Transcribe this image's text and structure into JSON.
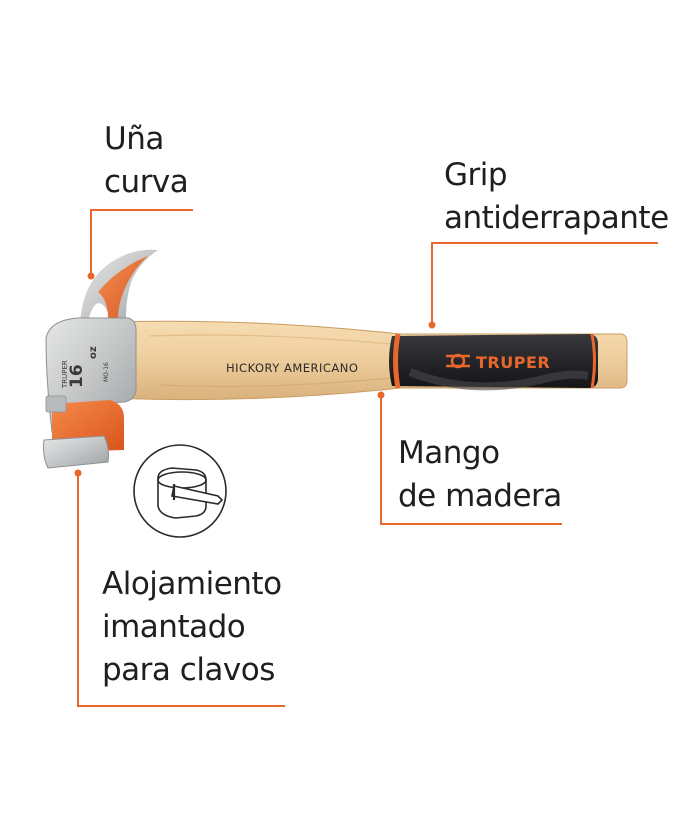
{
  "colors": {
    "accent": "#e8672a",
    "text": "#1f1f1f",
    "wood": "#efcf9f",
    "grip": "#2a2a2c",
    "steel": "#c9cbcc"
  },
  "callouts": {
    "claw": {
      "line1": "Uña",
      "line2": "curva"
    },
    "grip": {
      "line1": "Grip",
      "line2": "antiderrapante"
    },
    "handle": {
      "line1": "Mango",
      "line2": "de madera"
    },
    "magnet": {
      "line1": "Alojamiento",
      "line2": "imantado",
      "line3": "para clavos"
    }
  },
  "product": {
    "handle_text": "HICKORY AMERICANO",
    "brand": "TRUPER",
    "head_brand": "TRUPER",
    "weight": "16",
    "weight_unit": "oz",
    "model": "MO-16"
  },
  "icons": [
    "magnet-nail-icon"
  ]
}
